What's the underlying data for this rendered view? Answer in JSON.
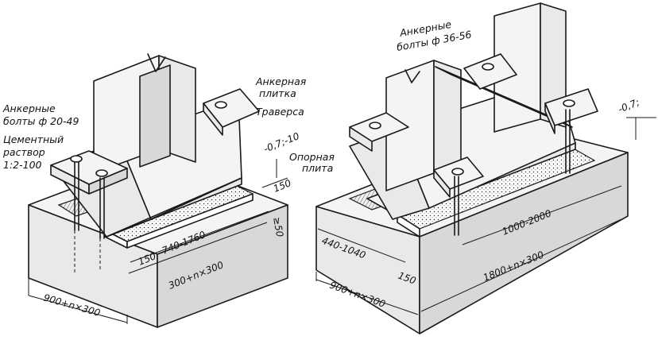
{
  "left": {
    "anchor_bolts": "Анкерные болты ф 20-49",
    "anchor_bolts_line1": "Анкерные",
    "anchor_bolts_line2": "болты ф 20-49",
    "cement_mortar_line1": "Цементный",
    "cement_mortar_line2": "раствор",
    "cement_mortar_line3": "1:2-100",
    "anchor_plate_line1": "Анкерная",
    "anchor_plate_line2": "плитка",
    "traverse": "Траверса",
    "base_plate_line1": "Опорная",
    "base_plate_line2": "плита",
    "level": "-0,7;-10",
    "dim_150_a": "150",
    "dim_50": "≥50",
    "dim_150_b": "150",
    "dim_740": "740-1760",
    "dim_300": "300+n×300",
    "dim_900": "900+n×300"
  },
  "right": {
    "anchor_bolts_line1": "Анкерные",
    "anchor_bolts_line2": "болты ф 36-56",
    "level": "-0,7;",
    "dim_1000": "1000-2000",
    "dim_440": "440-1040",
    "dim_150": "150",
    "dim_900": "900+n×300",
    "dim_1800": "1800+n×300"
  }
}
